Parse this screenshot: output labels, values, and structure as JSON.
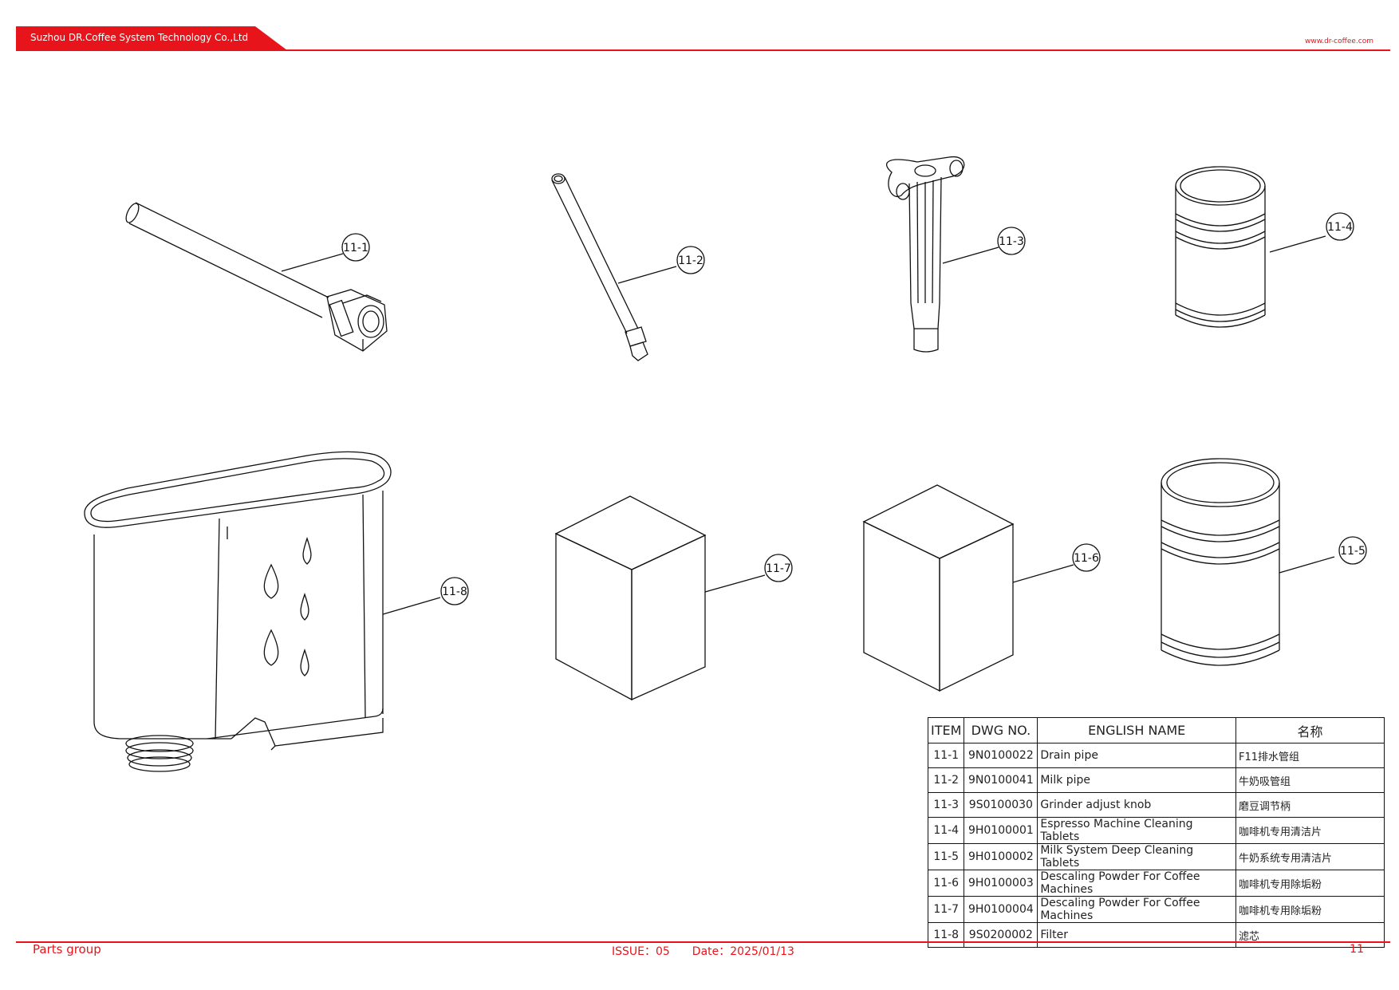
{
  "header": {
    "company": "Suzhou DR.Coffee System Technology Co.,Ltd",
    "url": "www.dr-coffee.com"
  },
  "callouts": [
    "11-1",
    "11-2",
    "11-3",
    "11-4",
    "11-5",
    "11-6",
    "11-7",
    "11-8"
  ],
  "table": {
    "headers": [
      "ITEM",
      "DWG NO.",
      "ENGLISH NAME",
      "名称"
    ],
    "rows": [
      {
        "item": "11-1",
        "dwg": "9N0100022",
        "name": "Drain pipe",
        "cn": "F11排水管组"
      },
      {
        "item": "11-2",
        "dwg": "9N0100041",
        "name": "Milk pipe",
        "cn": "牛奶吸管组"
      },
      {
        "item": "11-3",
        "dwg": "9S0100030",
        "name": "Grinder adjust knob",
        "cn": "磨豆调节柄"
      },
      {
        "item": "11-4",
        "dwg": "9H0100001",
        "name": "Espresso Machine Cleaning Tablets",
        "cn": "咖啡机专用清洁片"
      },
      {
        "item": "11-5",
        "dwg": "9H0100002",
        "name": "Milk System Deep Cleaning Tablets",
        "cn": "牛奶系统专用清洁片"
      },
      {
        "item": "11-6",
        "dwg": "9H0100003",
        "name": "Descaling Powder For Coffee Machines",
        "cn": "咖啡机专用除垢粉"
      },
      {
        "item": "11-7",
        "dwg": "9H0100004",
        "name": "Descaling Powder For Coffee Machines",
        "cn": "咖啡机专用除垢粉"
      },
      {
        "item": "11-8",
        "dwg": "9S0200002",
        "name": "Filter",
        "cn": "滤芯"
      }
    ]
  },
  "footer": {
    "section": "Parts group",
    "issue": "ISSUE：05　　Date：2025/01/13",
    "page": "11"
  },
  "colors": {
    "accent": "#e8141b"
  }
}
